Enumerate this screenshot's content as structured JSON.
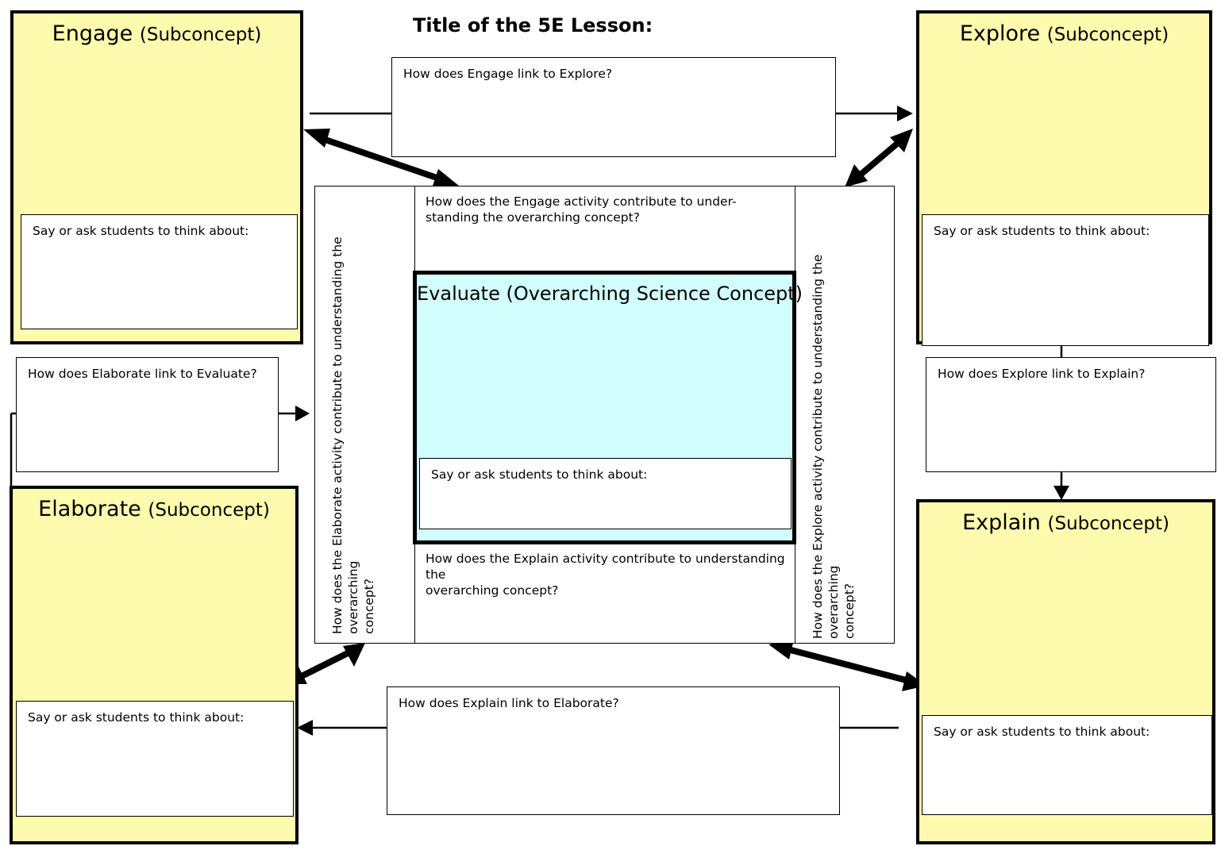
{
  "title": "Title of the 5E Lesson:",
  "subconcept": "(Subconcept)",
  "think_prompt": "Say or ask students to think about:",
  "phases": {
    "engage": "Engage",
    "explore": "Explore",
    "explain": "Explain",
    "elaborate": "Elaborate"
  },
  "evaluate": {
    "title": "Evaluate (Overarching Science Concept)"
  },
  "links": {
    "engage_explore": "How does Engage link to Explore?",
    "explore_explain": "How does Explore link to Explain?",
    "explain_elaborate": "How does Explain link to Elaborate?",
    "elaborate_evaluate": "How does Elaborate link to Evaluate?"
  },
  "contributions": {
    "engage_line1": "How does the Engage activity contribute to under-",
    "engage_line2": "standing the overarching concept?",
    "explain_line1": "How does the Explain activity contribute to understanding the",
    "explain_line2": "overarching concept?",
    "elaborate_line1": "How does the Elaborate activity contribute to understanding the overarching",
    "elaborate_line2": "concept?",
    "explore_line1": "How does the Explore activity contribute to understanding the overarching",
    "explore_line2": "concept?"
  },
  "colors": {
    "phase_fill": "#fefbae",
    "evaluate_fill": "#d2fdfd"
  }
}
